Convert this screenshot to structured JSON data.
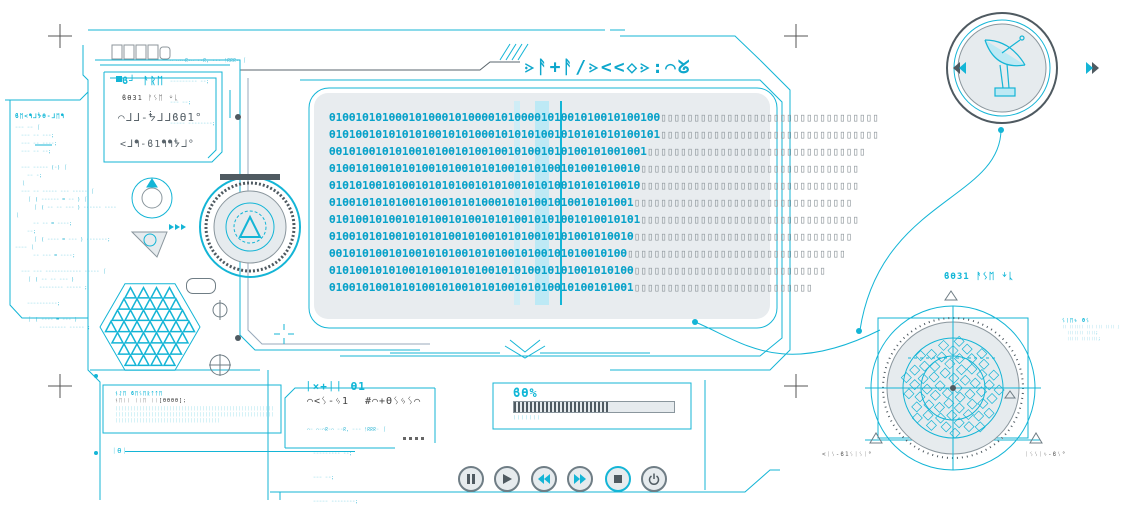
{
  "header": {
    "title": "⋗ᚨ+ᚨ/⋗<<◇⋗:⌒ᘜ",
    "small_lines": [
      "⌒ ⌒◦⌒ᖇ◦⌒ ◦◦ᖇ, ◦◦◦ ᚨᖇᖇᖇ◦ ⎰",
      "◦◦◦◦◦◦◦◦◦ ◦◦;",
      "◦◦◦ ◦◦;",
      "◦◦◦◦◦ ◦◦◦◦◦◦◦◦;"
    ]
  },
  "stats_panel": {
    "title": "ϐ┘ ᚨᚱᛖ",
    "label": "ϐϴ31 ᚨᛊᛖ ᛎᚳ",
    "value1": "⌒ᒧᒧ-ᖭᒧᒧϐϴ1°",
    "value2": "<ᒧᖳ-ϐ1ᖳᖳᖭᒧ°"
  },
  "code_panel": {
    "title": "ϐᛖ<ᖳᒧᖭϴ-ᒧᛖᖳ",
    "lines": [
      "◦◦◦ ◦◦ ⎰",
      "  ◦◦◦ ◦◦ ◦◦◦;",
      "  ◦◦◦ ◦◦ ◦◦◦◦;",
      "  ◦◦◦ ◦◦ ◦◦;",
      "",
      "  ◦◦◦ ◦◦◦◦◦ (◦) ⎰",
      "    ◦◦ ◦;",
      "  ⎱",
      "  ◦◦◦ ◦◦ ◦◦◦◦◦ ◦◦◦ ◦◦◦◦◦ ⎰",
      "    ⎰ ( ◦◦◦◦◦◦ = ◦◦ ) ⎰",
      "      ⎰ ( ◦◦ ◦◦ ◦◦◦ ) ◦◦◦◦◦◦ ◦◦◦◦",
      "⎱",
      "      ◦◦ ◦◦ = ◦◦◦◦;",
      "    ◦◦;",
      "      ⎰ ( ◦◦◦◦ = ◦◦◦ ) ◦◦◦◦◦◦◦;",
      "◦◦◦◦ ⎱",
      "      ◦◦ ◦◦◦ = ◦◦◦◦;",
      "",
      "  ◦◦◦ ◦◦◦ ◦◦◦◦◦◦◦◦◦◦◦◦ ◦◦◦◦◦ ⎰",
      "    ⎰ ( ◦◦ ◦◦ ◦◦◦ )",
      "        ◦◦◦◦◦◦◦◦ ◦◦◦◦◦ ;",
      "",
      "    ◦◦◦◦◦◦◦◦◦◦;",
      "",
      "    ⎰ ( ◦◦◦◦ = ◦◦◦ )",
      "        ◦◦◦◦◦◦◦◦◦ ◦◦◦◦◦ ;"
    ]
  },
  "display": {
    "rows": [
      {
        "on": "ϴ1ϴϴ1ϴ1ϴ1ϴϴϴ1ϴ1ϴϴϴ1ϴ1ϴϴϴϴ1ϴ1ϴϴϴϴ1ϴ1ϴϴ1ϴ1ϴϴ1ϴ1ϴϴ1ϴϴ",
        "off": "▯▯▯▯▯▯▯▯▯▯▯▯▯▯▯▯▯▯▯▯▯▯▯▯▯▯▯▯▯▯▯▯▯"
      },
      {
        "on": "ϴ1ϴ1ϴϴ1ϴ1ϴ1ϴ1ϴ1ϴϴ1ϴ1ϴ1ϴϴϴ1ϴ1ϴ1ϴ1ϴϴ1ϴ1ϴ1ϴ1ϴ1ϴ1ϴϴ1ϴ1",
        "off": "▯▯▯▯▯▯▯▯▯▯▯▯▯▯▯▯▯▯▯▯▯▯▯▯▯▯▯▯▯▯▯▯▯"
      },
      {
        "on": "ϴϴ1ϴ1ϴϴ1ϴ1ϴ1ϴϴ1ϴ1ϴϴ1ϴ1ϴϴ1ϴϴ1ϴ1ϴϴ1ϴ1ϴ1ϴϴ1ϴ1ϴϴ1ϴϴ1",
        "off": "▯▯▯▯▯▯▯▯▯▯▯▯▯▯▯▯▯▯▯▯▯▯▯▯▯▯▯▯▯▯▯▯▯"
      },
      {
        "on": "ϴ1ϴϴ1ϴ1ϴϴ1ϴ1ϴ1ϴϴ1ϴ1ϴϴ1ϴ1ϴ1ϴϴ1ϴ1ϴ1ϴϴ1ϴ1ϴϴ1ϴ1ϴϴ1ϴ",
        "off": "▯▯▯▯▯▯▯▯▯▯▯▯▯▯▯▯▯▯▯▯▯▯▯▯▯▯▯▯▯▯▯▯▯"
      },
      {
        "on": "ϴ1ϴ1ϴ1ϴϴ1ϴ1ϴϴ1ϴ1ϴ1ϴ1ϴϴ1ϴ1ϴ1ϴϴ1ϴ1ϴ1ϴϴ1ϴ1ϴ1ϴ1ϴϴ1ϴ",
        "off": "▯▯▯▯▯▯▯▯▯▯▯▯▯▯▯▯▯▯▯▯▯▯▯▯▯▯▯▯▯▯▯▯▯"
      },
      {
        "on": "ϴ1ϴϴ1ϴ1ϴ1ϴ1ϴϴ1ϴ1ϴϴ1ϴ1ϴ1ϴϴϴ1ϴ1ϴ1ϴϴ1ϴ1ϴϴ1ϴ1ϴ1ϴϴ1",
        "off": "▯▯▯▯▯▯▯▯▯▯▯▯▯▯▯▯▯▯▯▯▯▯▯▯▯▯▯▯▯▯▯▯▯"
      },
      {
        "on": "ϴ1ϴ1ϴϴ1ϴ1ϴϴ1ϴ1ϴ1ϴϴ1ϴ1ϴϴ1ϴ1ϴ1ϴϴ1ϴ1ϴ1ϴϴ1ϴ1ϴϴ1ϴ1ϴ1",
        "off": "▯▯▯▯▯▯▯▯▯▯▯▯▯▯▯▯▯▯▯▯▯▯▯▯▯▯▯▯▯▯▯▯▯"
      },
      {
        "on": "ϴ1ϴϴ1ϴ1ϴ1ϴϴ1ϴ1ϴ1ϴ1ϴϴ1ϴ1ϴϴ1ϴ1ϴ1ϴϴ1ϴ1ϴ1ϴϴ1ϴ1ϴϴ1ϴ",
        "off": "▯▯▯▯▯▯▯▯▯▯▯▯▯▯▯▯▯▯▯▯▯▯▯▯▯▯▯▯▯▯▯▯▯"
      },
      {
        "on": "ϴϴ1ϴ1ϴ1ϴϴ1ϴ1ϴϴ1ϴ1ϴ1ϴϴ1ϴ1ϴ1ϴϴ1ϴ1ϴϴ1ϴ1ϴ1ϴϴ1ϴ1ϴϴ",
        "off": "▯▯▯▯▯▯▯▯▯▯▯▯▯▯▯▯▯▯▯▯▯▯▯▯▯▯▯▯▯▯▯▯▯"
      },
      {
        "on": "ϴ1ϴ1ϴϴ1ϴ1ϴ1ϴϴ1ϴ1ϴϴ1ϴ1ϴ1ϴϴ1ϴ1ϴ1ϴϴ1ϴ1ϴ1ϴϴ1ϴ1ϴ1ϴϴ",
        "off": "▯▯▯▯▯▯▯▯▯▯▯▯▯▯▯▯▯▯▯▯▯▯▯▯▯▯▯▯▯"
      },
      {
        "on": "ϴ1ϴϴ1ϴ1ϴϴ1ϴ1ϴ1ϴϴ1ϴ1ϴϴ1ϴ1ϴ1ϴϴ1ϴ1ϴ1ϴϴ1ϴ1ϴϴ1ϴ1ϴϴ1",
        "off": "▯▯▯▯▯▯▯▯▯▯▯▯▯▯▯▯▯▯▯▯▯▯▯▯▯▯▯"
      }
    ]
  },
  "info_panel": {
    "title": "ᚾᛇᛖ ϐᛖᛊᛖᚱᛏᛏᛖ",
    "subtitle": "ᚾᛖᛁᛁ ᛁᛁᛖ ᛁᛁ[ϴϴϴϴ];",
    "lines": [
      "ᛁᛁᛁᛁᛁᛁᛁᛁᛁᛁᛁᛁᛁᛁᛁᛁᛁᛁᛁᛁᛁᛁᛁᛁᛁᛁᛁᛁᛁᛁᛁᛁᛁᛁᛁᛁᛁᛁᛁᛁᛁᛁᛁᛁᛁᛁᛁᛁᛁᛁᛁᛁᛁᛁᛁ",
      "ᛁᛁᛁᛁᛁᛁᛁᛁᛁᛁᛁᛁᛁᛁᛁᛁᛁᛁᛁᛁᛁᛁᛁᛁᛁᛁᛁᛁᛁᛁᛁᛁᛁᛁᛁᛁᛁᛁᛁᛁᛁᛁᛁᛁᛁᛁᛁᛁᛁᛁᛁᛁᛁ",
      "ᛁᛁᛁᛁᛁᛁᛁᛁᛁᛁᛁᛁᛁᛁᛁᛁᛁᛁᛁᛁᛁᛁᛁᛁᛁᛁᛁᛁᛁᛁᛁᛁᛁᛁᛁ"
    ],
    "footer_label": "ᛁϴᛁ"
  },
  "readout_panel": {
    "header": "ᛁ×+ᛁᛁ ϴ1",
    "col1": "⌒<ᛊ-ᛃ1",
    "col2": "#⌒+ϴᛊᛃᛊ⌒",
    "lines": [
      "⌒◦ ⌒◦⌒ᖇ◦⌒ ◦◦ᖇ, ◦◦◦ ᚨᖇᖇᖇ◦ ⎰",
      "  ◦◦◦◦◦◦◦◦◦ ◦◦;",
      "  ◦◦◦ ◦◦;",
      "  ◦◦◦◦◦ ◦◦◦◦◦◦◦◦;"
    ]
  },
  "progress_panel": {
    "label": "ϐϴ%",
    "value_percent": 60,
    "sub": "ᛁᛁᛁᛁᛁᛁᛁ"
  },
  "controls": {
    "buttons": [
      "pause-icon",
      "play-icon",
      "rewind-icon",
      "fast-forward-icon",
      "stop-icon",
      "power-icon"
    ]
  },
  "radar": {
    "label": "ϐϴ31 ᚨᛊᛖ ᛎᚳ",
    "side_label_left": "<ᛁᛊ-ϐ1ᛊᛁᛊᛁ°",
    "side_label_right": "ᛁᛊᛊᛁᛃ-ϐᛊ°",
    "annotation": [
      "ᛊᛁᛖᛃ ϴᛊ",
      "ᛁᛁ ᛁᛁᛁᛁᛁᛁ ᛁᛁᛁ ᛁᛁᛁ ᛁᛁᛁᛁ ⎰",
      "  ᛁᛁᛁᛁᛁᛁᛁ ᛁᛁᛁᛁ;",
      "  ᛁᛁᛁᛁᛁ ᛁᛁᛁᛁᛁᛁᛁ;"
    ]
  },
  "colors": {
    "accent": "#12b7d7",
    "dark": "#4f5a61",
    "panel": "#e8ecef"
  }
}
